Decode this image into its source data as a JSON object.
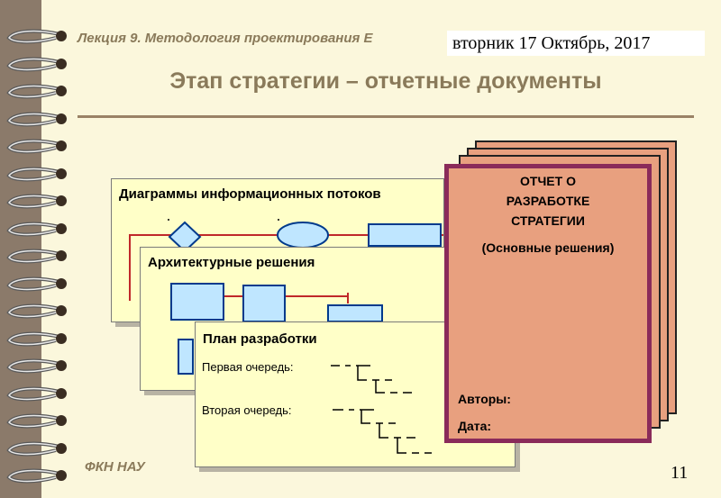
{
  "header": {
    "lecture_title": "Лекция 9.  Методология проектирования Е",
    "date": "вторник 17 Октябрь, 2017"
  },
  "slide_title": "Этап стратегии – отчетные документы",
  "documents": {
    "diagrams": {
      "title": "Диаграммы информационных потоков"
    },
    "architecture": {
      "title": "Архитектурные решения"
    },
    "plan": {
      "title": "План разработки",
      "first": "Первая очередь:",
      "second": "Вторая очередь:"
    }
  },
  "report": {
    "line1": "ОТЧЕТ О",
    "line2": "РАЗРАБОТКЕ",
    "line3": "СТРАТЕГИИ",
    "subtitle": "(Основные решения)",
    "authors": "Авторы:",
    "date": "Дата:"
  },
  "footer": {
    "org": "ФКН НАУ",
    "page": "11"
  },
  "colors": {
    "background": "#8b7a6a",
    "slide": "#fbf7dc",
    "heading": "#8a7a5a",
    "document": "#ffffc8",
    "report_fill": "#e8a07f",
    "report_border": "#8a2b5a",
    "connector": "#c0282a",
    "shape_fill": "#bfe6ff",
    "shape_border": "#003a8c"
  },
  "icons": [
    "spiral-binding-ring"
  ]
}
